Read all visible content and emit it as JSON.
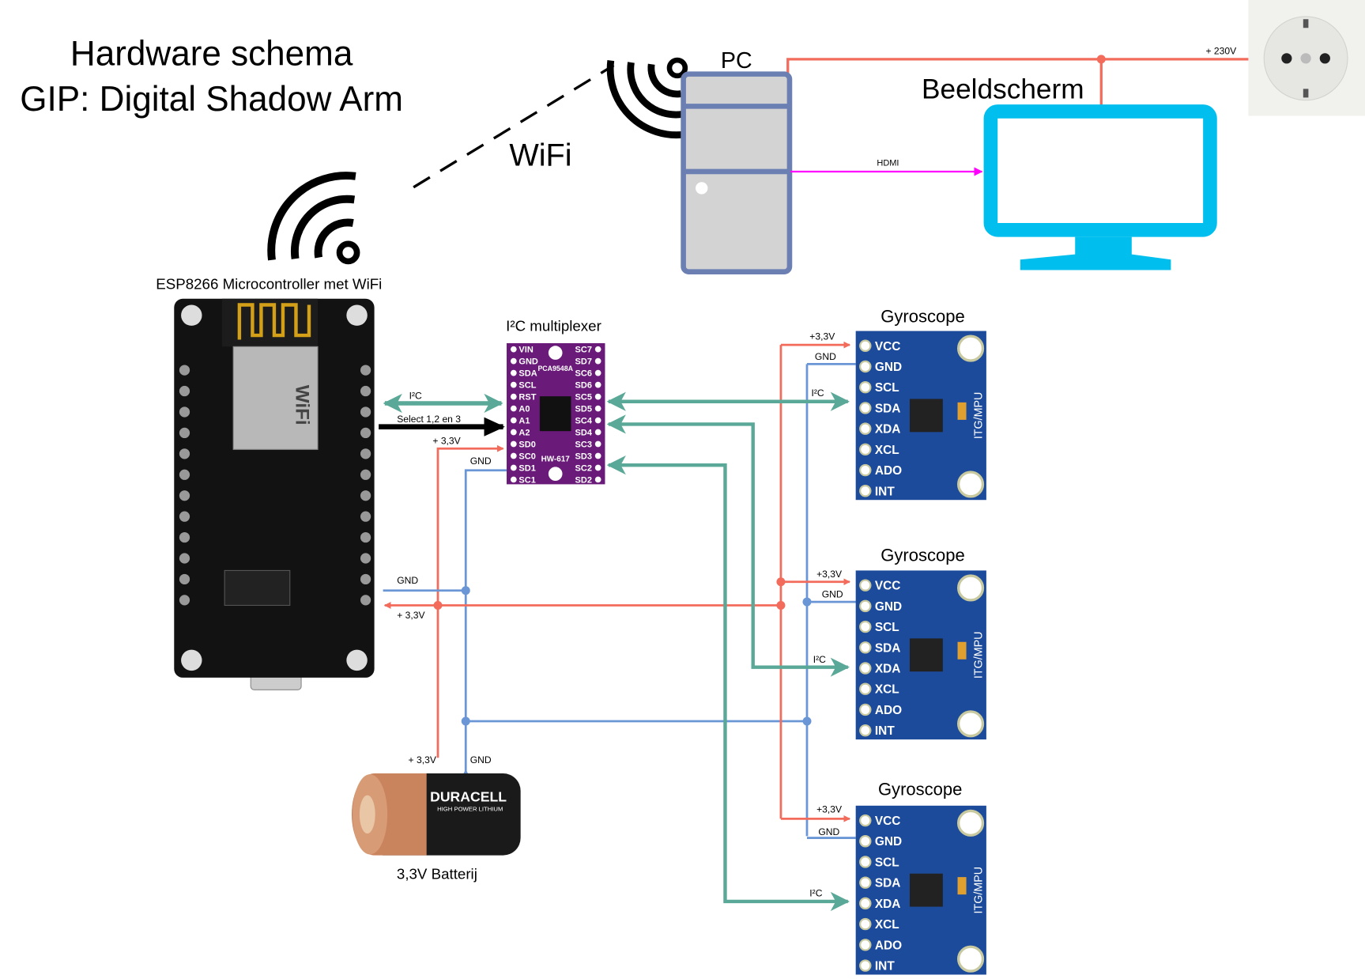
{
  "title": {
    "line1": "Hardware schema",
    "line2": "GIP: Digital Shadow Arm"
  },
  "wifi_label": "WiFi",
  "pc": {
    "label": "PC"
  },
  "monitor": {
    "label": "Beeldscherm"
  },
  "hdmi_label": "HDMI",
  "power_label": "+ 230V",
  "esp": {
    "label": "ESP8266 Microcontroller met WiFi",
    "module_text": "WiFi"
  },
  "mux": {
    "label": "I²C multiplexer",
    "chip": "PCA9548A",
    "board": "HW-617",
    "left_pins": [
      "VIN",
      "GND",
      "SDA",
      "SCL",
      "RST",
      "A0",
      "A1",
      "A2",
      "SD0",
      "SC0",
      "SD1",
      "SC1"
    ],
    "right_pins": [
      "SC7",
      "SD7",
      "SC6",
      "SD6",
      "SC5",
      "SD5",
      "SC4",
      "SD4",
      "SC3",
      "SD3",
      "SC2",
      "SD2"
    ]
  },
  "wires": {
    "i2c": "I²C",
    "select": "Select 1,2 en 3",
    "v33_mux": "+ 3,3V",
    "gnd_mux": "GND",
    "gnd_esp": "GND",
    "v33_esp": "+ 3,3V",
    "v33_batt": "+ 3,3V",
    "gnd_batt": "GND"
  },
  "gyros": [
    {
      "label": "Gyroscope",
      "v33": "+3,3V",
      "gnd": "GND",
      "i2c": "I²C"
    },
    {
      "label": "Gyroscope",
      "v33": "+3,3V",
      "gnd": "GND",
      "i2c": "I²C"
    },
    {
      "label": "Gyroscope",
      "v33": "+3,3V",
      "gnd": "GND",
      "i2c": "I²C"
    }
  ],
  "gyro_pins": [
    "VCC",
    "GND",
    "SCL",
    "SDA",
    "XDA",
    "XCL",
    "ADO",
    "INT"
  ],
  "gyro_board_text": "ITG/MPU",
  "battery": {
    "label": "3,3V Batterij",
    "brand": "DURACELL",
    "sub": "HIGH POWER LITHIUM"
  },
  "colors": {
    "power": "#f26b5b",
    "ground": "#6a96d6",
    "i2c": "#5aa897",
    "hdmi": "#ff00ff",
    "monitor": "#00bfef",
    "pc_stroke": "#6b7fb3",
    "mux": "#6a1b7a",
    "gyro": "#1d4b9b"
  }
}
